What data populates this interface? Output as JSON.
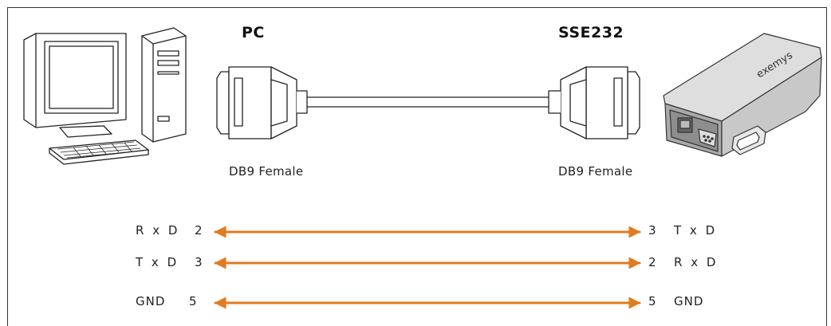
{
  "labels": {
    "left_title": "PC",
    "right_title": "SSE232",
    "left_connector": "DB9 Female",
    "right_connector": "DB9 Female",
    "device_brand": "exemys"
  },
  "connections": [
    {
      "left_signal": "R x D",
      "left_pin": "2",
      "right_pin": "3",
      "right_signal": "T x D"
    },
    {
      "left_signal": "T x D",
      "left_pin": "3",
      "right_pin": "2",
      "right_signal": "R x D"
    },
    {
      "left_signal": "GND",
      "left_pin": "5",
      "right_pin": "5",
      "right_signal": "GND"
    }
  ],
  "colors": {
    "arrow": "#E07B20",
    "line": "#222222"
  },
  "icons": [
    "desktop-computer-icon",
    "db9-connector-icon",
    "serial-device-icon"
  ]
}
